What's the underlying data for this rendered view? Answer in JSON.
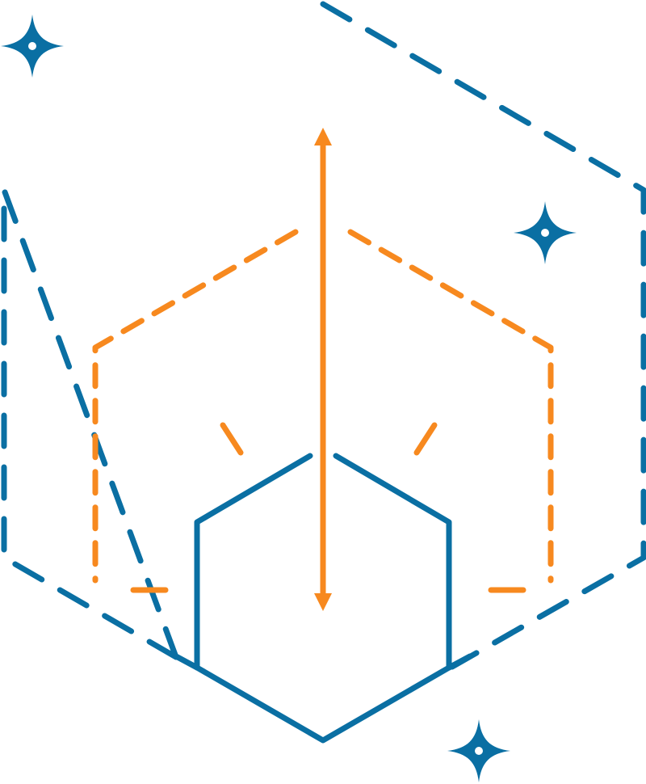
{
  "colors": {
    "primary_blue": "#0a6fa3",
    "accent_orange": "#f7891f",
    "background": "#ffffff"
  },
  "icon": {
    "name": "hexagon-scale-up-icon",
    "elements": [
      "outer-dashed-hexagon",
      "middle-dashed-hexagon",
      "inner-solid-hexagon",
      "vertical-double-arrow",
      "sparkle-star-icon"
    ]
  }
}
